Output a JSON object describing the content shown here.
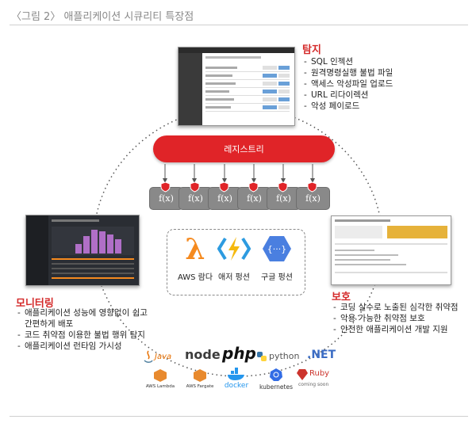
{
  "figure_title": "〈그림 2〉 애플리케이션 시큐리티 특장점",
  "detection": {
    "title": "탐지",
    "items": [
      "SQL 인젝션",
      "원격명령실행 불법 파일",
      "액세스 악성파일 업로드",
      "URL 리다이렉션",
      "악성 페이로드"
    ]
  },
  "monitoring": {
    "title": "모니터링",
    "items": [
      "애플리케이션 성능에 영향없이 쉽고 간편하게 배포",
      "코드 취약점 이용한 불법 행위 탐지",
      "애플리케이션 런타임 가시성"
    ]
  },
  "protection": {
    "title": "보호",
    "items": [
      "코딩 실수로 노출된 심각한 취약점",
      "악용 가능한 취약점 보호",
      "안전한 애플리케이션 개발 지원"
    ]
  },
  "registry_label": "레지스트리",
  "function_label": "f(x)",
  "services": [
    {
      "name": "AWS 람다",
      "icon": "lambda-icon"
    },
    {
      "name": "애저 펑션",
      "icon": "azure-functions-icon"
    },
    {
      "name": "구글 펑션",
      "icon": "google-cloud-functions-icon"
    }
  ],
  "tech_logos": {
    "java": "Java",
    "node": "node",
    "php": "php",
    "python": "python",
    "net": ".NET",
    "aws_lambda": "AWS Lambda",
    "aws_fargate": "AWS Fargate",
    "docker": "docker",
    "kubernetes": "kubernetes",
    "ruby": "Ruby",
    "ruby_sub": "coming soon"
  },
  "colors": {
    "accent_red": "#d42a2a",
    "registry_red": "#e02428",
    "function_gray": "#898989",
    "lambda_orange": "#f58a1f",
    "azure_blue": "#2d9be0",
    "google_blue": "#4a7fe0"
  }
}
